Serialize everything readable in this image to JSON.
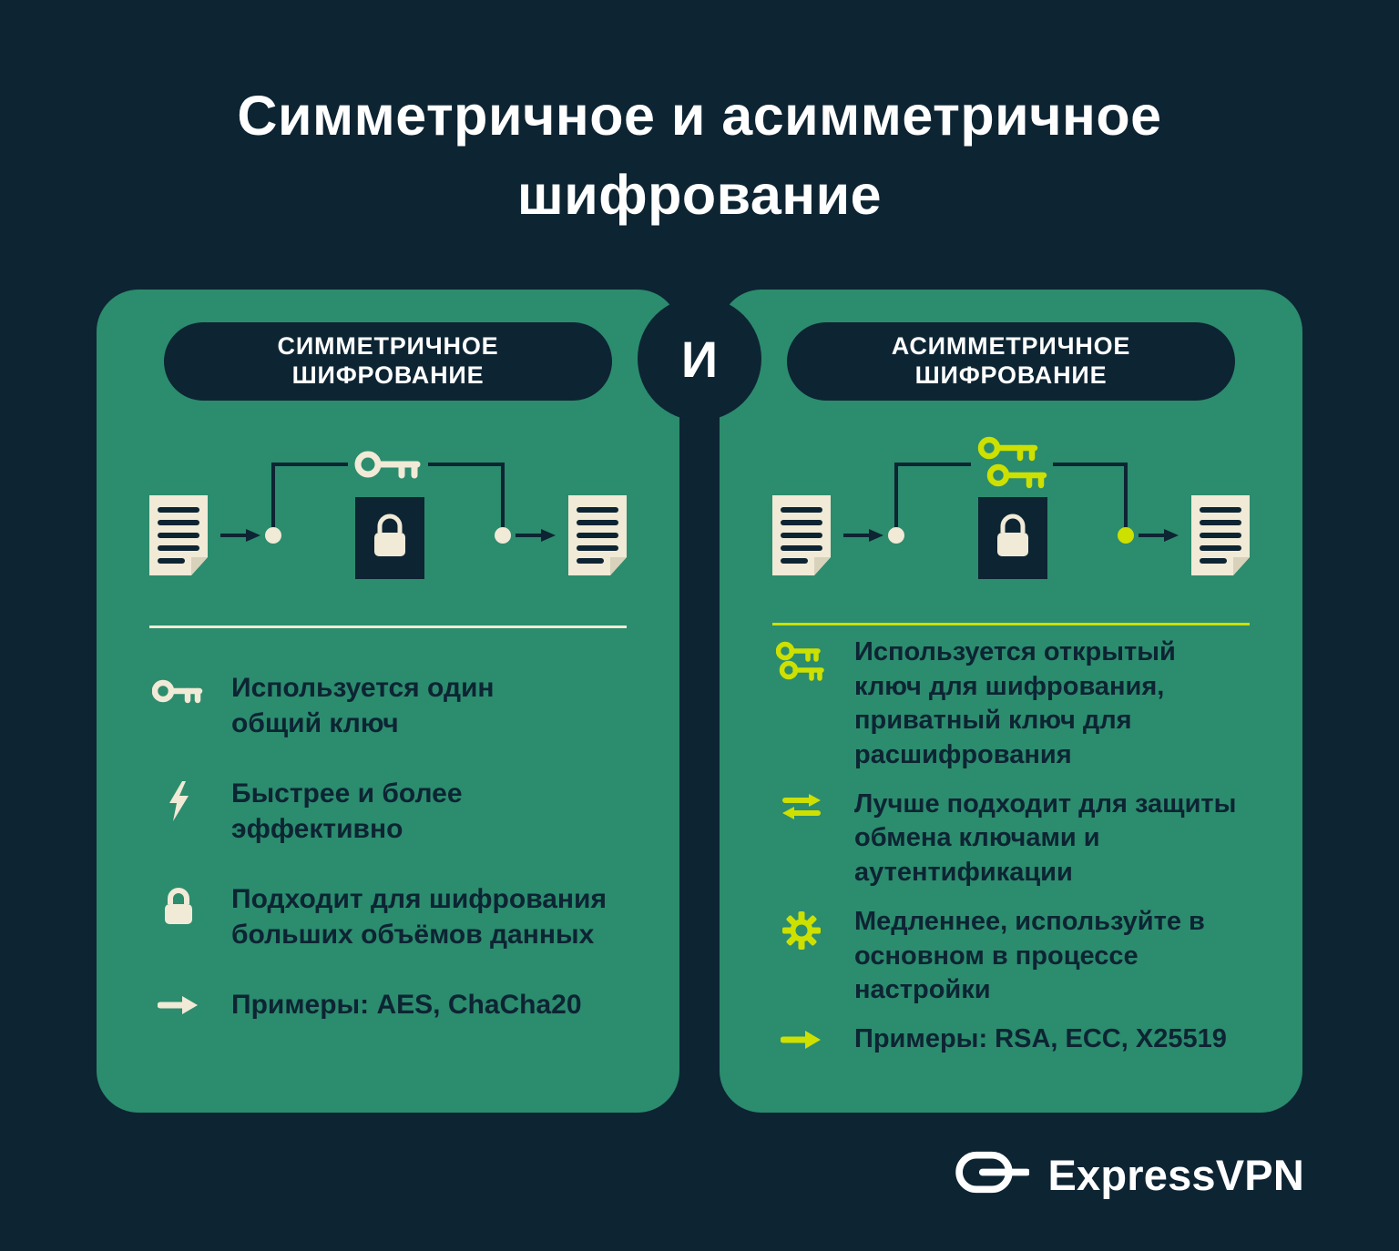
{
  "title": {
    "line1": "Симметричное и асимметричное",
    "line2": "шифрование"
  },
  "connector": {
    "label": "И"
  },
  "left_panel": {
    "header": "СИММЕТРИЧНОЕ\nШИФРОВАНИЕ",
    "diagram_icons": [
      "document-icon",
      "key-icon",
      "padlock-box-icon",
      "document-icon"
    ],
    "bullets": [
      {
        "icon": "key-icon",
        "text": "Используется один\nобщий ключ"
      },
      {
        "icon": "lightning-icon",
        "text": "Быстрее и более\nэффективно"
      },
      {
        "icon": "lock-icon",
        "text": "Подходит для шифрования\nбольших объёмов данных"
      },
      {
        "icon": "arrow-right-icon",
        "text": "Примеры: AES, ChaCha20"
      }
    ]
  },
  "right_panel": {
    "header": "АСИММЕТРИЧНОЕ\nШИФРОВАНИЕ",
    "diagram_icons": [
      "document-icon",
      "double-key-icon",
      "padlock-box-icon",
      "document-icon"
    ],
    "bullets": [
      {
        "icon": "double-key-icon",
        "text": "Используется открытый\nключ для шифрования,\nприватный ключ для\nрасшифрования"
      },
      {
        "icon": "exchange-arrows-icon",
        "text": "Лучше подходит для защиты\nобмена ключами и\nаутентификации"
      },
      {
        "icon": "gear-icon",
        "text": "Медленнее, используйте в\nосновном в процессе\nнастройки"
      },
      {
        "icon": "arrow-right-icon",
        "text": "Примеры: RSA, ECC, X25519"
      }
    ]
  },
  "footer": {
    "brand": "ExpressVPN"
  },
  "colors": {
    "background": "#0d2433",
    "panel_green": "#2c8c6e",
    "cream": "#f0ead6",
    "lime": "#cde000",
    "text_dark": "#0d2433",
    "white": "#ffffff"
  }
}
